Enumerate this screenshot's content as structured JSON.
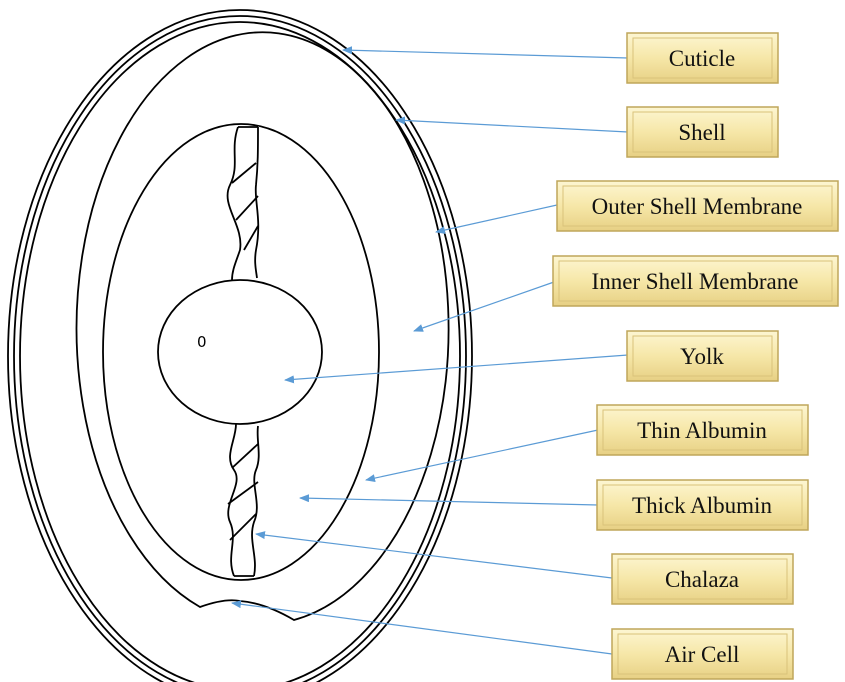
{
  "colors": {
    "label_fill_light": "#fbf2c4",
    "label_fill_dark": "#ead58f",
    "label_border": "#bfa65a",
    "arrow": "#5b9bd5",
    "outline": "#000000"
  },
  "labels": [
    {
      "id": "cuticle",
      "text": "Cuticle"
    },
    {
      "id": "shell",
      "text": "Shell"
    },
    {
      "id": "outer-shell-membrane",
      "text": "Outer Shell Membrane"
    },
    {
      "id": "inner-shell-membrane",
      "text": "Inner Shell Membrane"
    },
    {
      "id": "yolk",
      "text": "Yolk"
    },
    {
      "id": "thin-albumin",
      "text": "Thin Albumin"
    },
    {
      "id": "thick-albumin",
      "text": "Thick Albumin"
    },
    {
      "id": "chalaza",
      "text": "Chalaza"
    },
    {
      "id": "air-cell",
      "text": "Air Cell"
    }
  ],
  "germinal_disc_mark": "0"
}
